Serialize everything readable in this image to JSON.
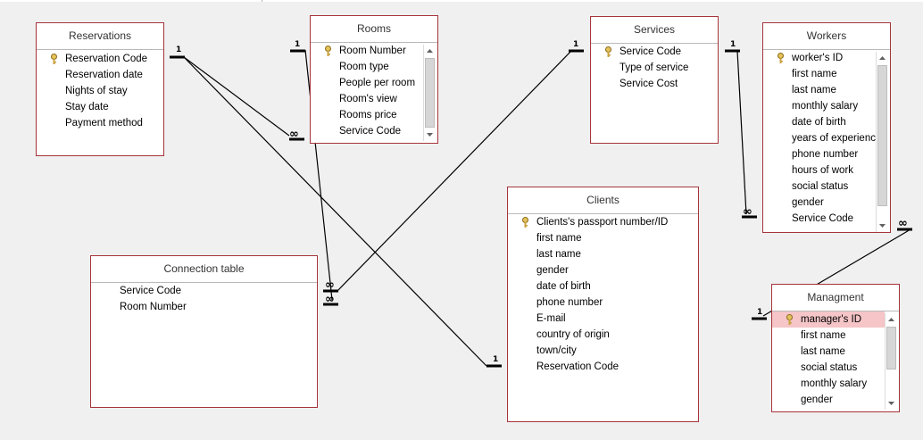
{
  "tables": {
    "reservations": {
      "title": "Reservations",
      "fields": [
        "Reservation Code",
        "Reservation date",
        "Nights of stay",
        "Stay date",
        "Payment method"
      ]
    },
    "rooms": {
      "title": "Rooms",
      "fields": [
        "Room Number",
        "Room type",
        "People per room",
        "Room's view",
        "Rooms price",
        "Service Code"
      ]
    },
    "services": {
      "title": "Services",
      "fields": [
        "Service Code",
        "Type of service",
        "Service Cost"
      ]
    },
    "workers": {
      "title": "Workers",
      "fields": [
        "worker's ID",
        "first name",
        "last name",
        "monthly salary",
        "date of birth",
        "years of experienc",
        "phone number",
        "hours of work",
        "social status",
        "gender",
        "Service Code"
      ]
    },
    "clients": {
      "title": "Clients",
      "fields": [
        "Clients's passport number/ID",
        "first name",
        "last name",
        "gender",
        "date of birth",
        "phone number",
        "E-mail",
        "country of origin",
        "town/city",
        "Reservation Code"
      ]
    },
    "connection": {
      "title": "Connection table",
      "fields": [
        "Service Code",
        "Room Number"
      ]
    },
    "managment": {
      "title": "Managment",
      "fields": [
        "manager's ID",
        "first name",
        "last name",
        "social status",
        "monthly salary",
        "gender"
      ]
    }
  },
  "relationships": {
    "one_label": "1",
    "many_label": "∞"
  },
  "colors": {
    "table_border": "#a6343c",
    "selected_field": "#f5c5c8",
    "key_icon": "#c8a03c"
  },
  "icons": [
    "primary-key-icon",
    "scroll-up-arrow-icon",
    "scroll-down-arrow-icon"
  ]
}
